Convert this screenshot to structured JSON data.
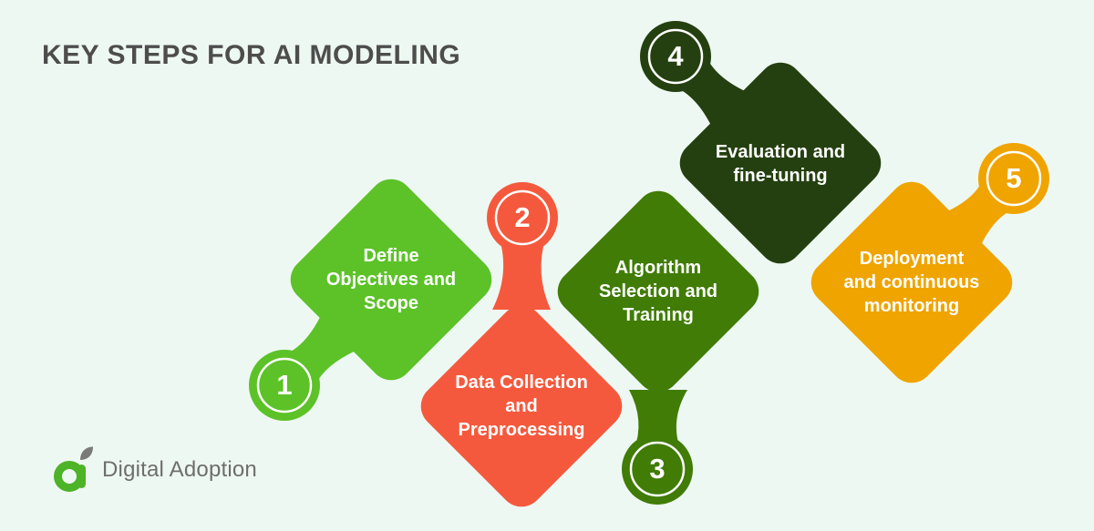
{
  "title": "KEY STEPS FOR AI MODELING",
  "colors": {
    "background": "#eef8f2",
    "title": "#4d4d4d",
    "label": "#ffffff",
    "logo_text": "#6e6e6e",
    "logo_green": "#4db327",
    "logo_leaf": "#7a7a7a"
  },
  "steps": [
    {
      "number": "1",
      "label": "Define\nObjectives and\nScope",
      "color": "#5cc228"
    },
    {
      "number": "2",
      "label": "Data Collection\nand\nPreprocessing",
      "color": "#f5593d"
    },
    {
      "number": "3",
      "label": "Algorithm\nSelection and\nTraining",
      "color": "#407c06"
    },
    {
      "number": "4",
      "label": "Evaluation and\nfine-tuning",
      "color": "#254010"
    },
    {
      "number": "5",
      "label": "Deployment\nand continuous\nmonitoring",
      "color": "#efa400"
    }
  ],
  "logo": {
    "text": "Digital Adoption"
  }
}
